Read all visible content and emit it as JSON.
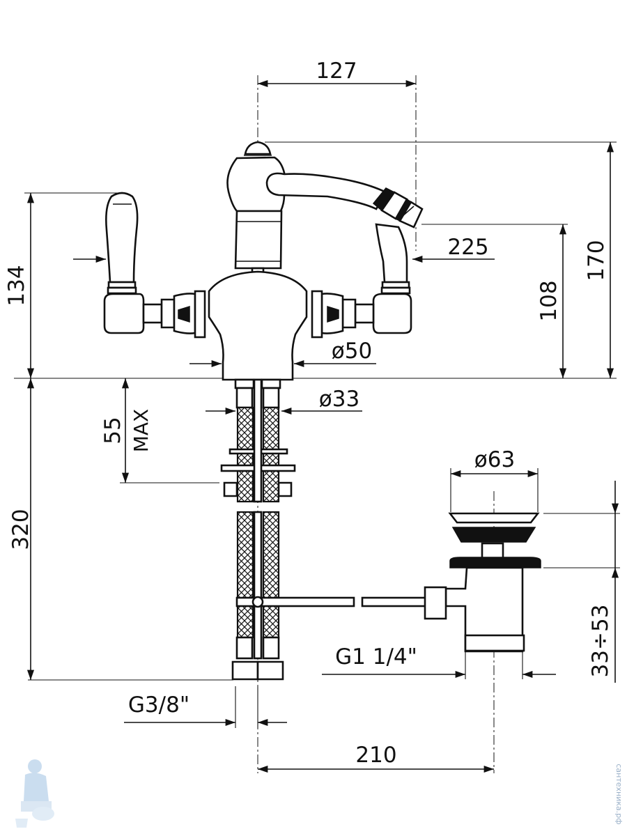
{
  "dimensions": {
    "spout_reach": "127",
    "total_height": "170",
    "handle_height": "134",
    "spout_height": "108",
    "handle_span": "225",
    "base_diameter": "ø50",
    "hose_diameter": "ø33",
    "max_thickness_value": "55",
    "max_thickness_label": "MAX",
    "hose_length": "320",
    "drain_diameter": "ø63",
    "drain_adjust": "33÷53",
    "drain_thread": "G1  1/4\"",
    "hose_thread": "G3/8\"",
    "drain_offset": "210"
  },
  "watermark": {
    "logo_icon": "plumber-logo-icon",
    "side_text": "сантехника.рф"
  }
}
